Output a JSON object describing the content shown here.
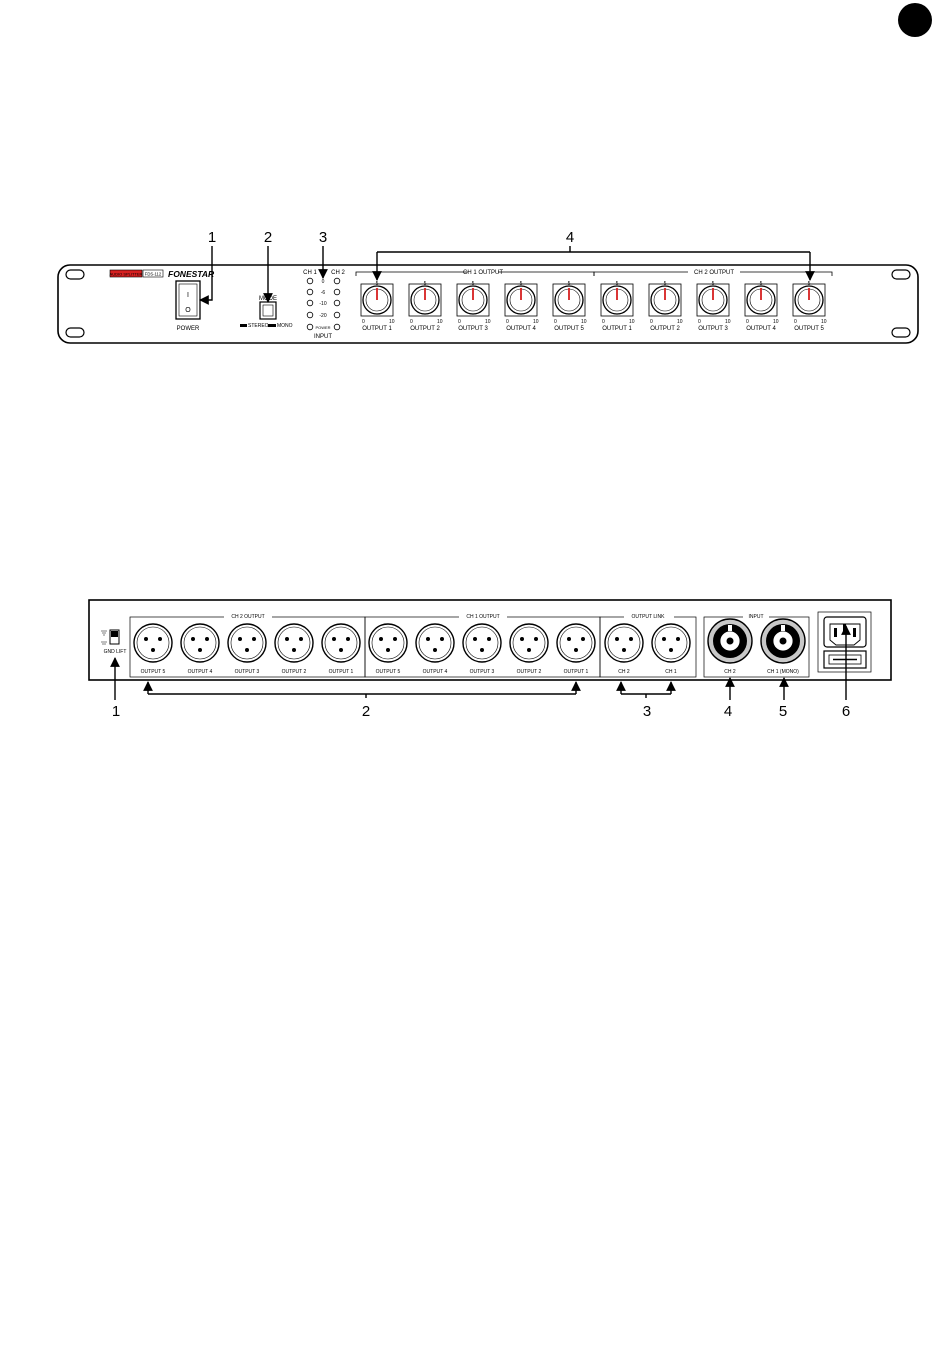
{
  "front": {
    "callouts": [
      "1",
      "2",
      "3",
      "4"
    ],
    "label_strip": "AUDIO SPLITTER",
    "model": "FDS-112",
    "brand": "FONESTAR",
    "power_label": "POWER",
    "power_on_symbol": "I",
    "power_off_symbol": "O",
    "mode_label": "MODE",
    "mode_stereo": "STEREO",
    "mode_mono": "MONO",
    "ch1": "CH 1",
    "ch2": "CH 2",
    "led_levels": [
      "0",
      "-6",
      "-10",
      "-20",
      "POWER"
    ],
    "input_label": "INPUT",
    "ch1_output": "CH 1 OUTPUT",
    "ch2_output": "CH 2 OUTPUT",
    "knob_top": "5",
    "knob_min": "0",
    "knob_max": "10",
    "knobs": [
      "OUTPUT 1",
      "OUTPUT 2",
      "OUTPUT 3",
      "OUTPUT 4",
      "OUTPUT 5",
      "OUTPUT 1",
      "OUTPUT 2",
      "OUTPUT 3",
      "OUTPUT 4",
      "OUTPUT 5"
    ]
  },
  "rear": {
    "callouts": [
      "1",
      "2",
      "3",
      "4",
      "5",
      "6"
    ],
    "gnd_lift": "GND LIFT",
    "ch2_output": "CH 2 OUTPUT",
    "ch1_output": "CH 1 OUTPUT",
    "output_link": "OUTPUT LINK",
    "input": "INPUT",
    "ch2_outputs": [
      "OUTPUT 5",
      "OUTPUT 4",
      "OUTPUT 3",
      "OUTPUT 2",
      "OUTPUT 1"
    ],
    "ch1_outputs": [
      "OUTPUT 5",
      "OUTPUT 4",
      "OUTPUT 3",
      "OUTPUT 2",
      "OUTPUT 1"
    ],
    "link_outputs": [
      "CH 2",
      "CH 1"
    ],
    "inputs": [
      "CH 2",
      "CH 1 (MONO)"
    ]
  },
  "colors": {
    "accent": "#d62020",
    "ink": "#000000"
  }
}
